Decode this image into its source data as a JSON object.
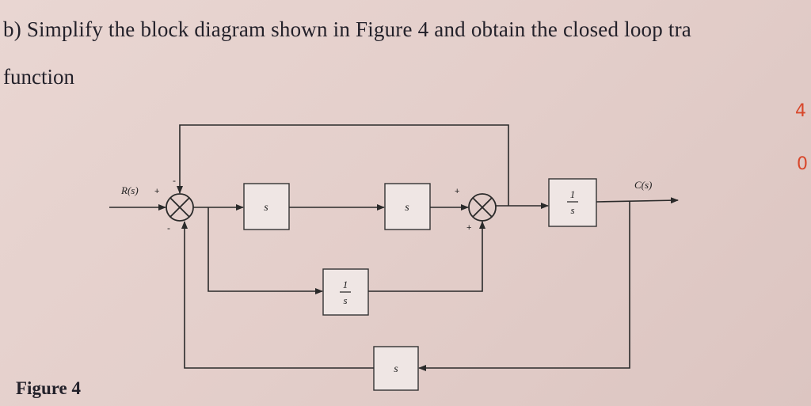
{
  "question": {
    "line1": "b) Simplify the block diagram shown in Figure 4 and obtain the closed loop tra",
    "line2": "function"
  },
  "figure": {
    "caption": "Figure 4",
    "input_label": "R(s)",
    "output_label": "C(s)",
    "blocks": {
      "first": "s",
      "second": "s",
      "integrator_parallel": {
        "num": "1",
        "den": "s"
      },
      "integrator_forward": {
        "num": "1",
        "den": "s"
      },
      "feedback": "s"
    },
    "signs": {
      "sum1_input": "+",
      "sum1_top": "-",
      "sum1_bottom": "-",
      "sum2_left": "+",
      "sum2_bottom": "+"
    }
  },
  "margin_marks": [
    "4",
    "0"
  ]
}
